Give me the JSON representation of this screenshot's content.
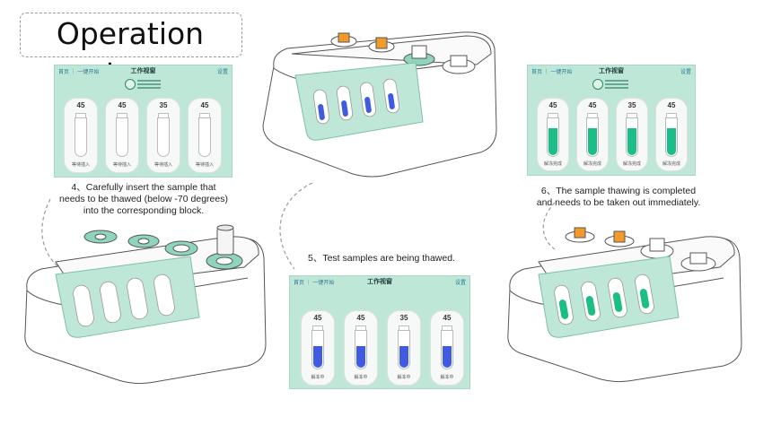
{
  "title": "Operation steps",
  "captions": {
    "step4": [
      "4、Carefully insert the sample that",
      "needs to be thawed (below -70 degrees)",
      "into the corresponding block."
    ],
    "step5": "5、Test samples are being thawed.",
    "step6": [
      "6、The sample thawing is completed",
      "and needs to be taken out immediately."
    ]
  },
  "screen": {
    "left_label": "首页 ｜ 一键开始",
    "title": "工作视窗",
    "right_label": "设置",
    "slot_values": [
      "45",
      "45",
      "35",
      "45"
    ]
  },
  "panels": {
    "p4": {
      "fill_color": "none",
      "labels": [
        "等待插入",
        "等待插入",
        "等待插入",
        "等待插入"
      ]
    },
    "p5": {
      "fill_color": "#3f5be0",
      "labels": [
        "解冻中",
        "解冻中",
        "解冻中",
        "解冻中"
      ]
    },
    "p6": {
      "fill_color": "#1bbf86",
      "labels": [
        "解冻完成",
        "解冻完成",
        "解冻完成",
        "解冻完成"
      ]
    }
  },
  "colors": {
    "screen_bg": "#bfe7d8",
    "cap_orange": "#f39a2b",
    "line": "#555555",
    "dashed": "#999999"
  }
}
